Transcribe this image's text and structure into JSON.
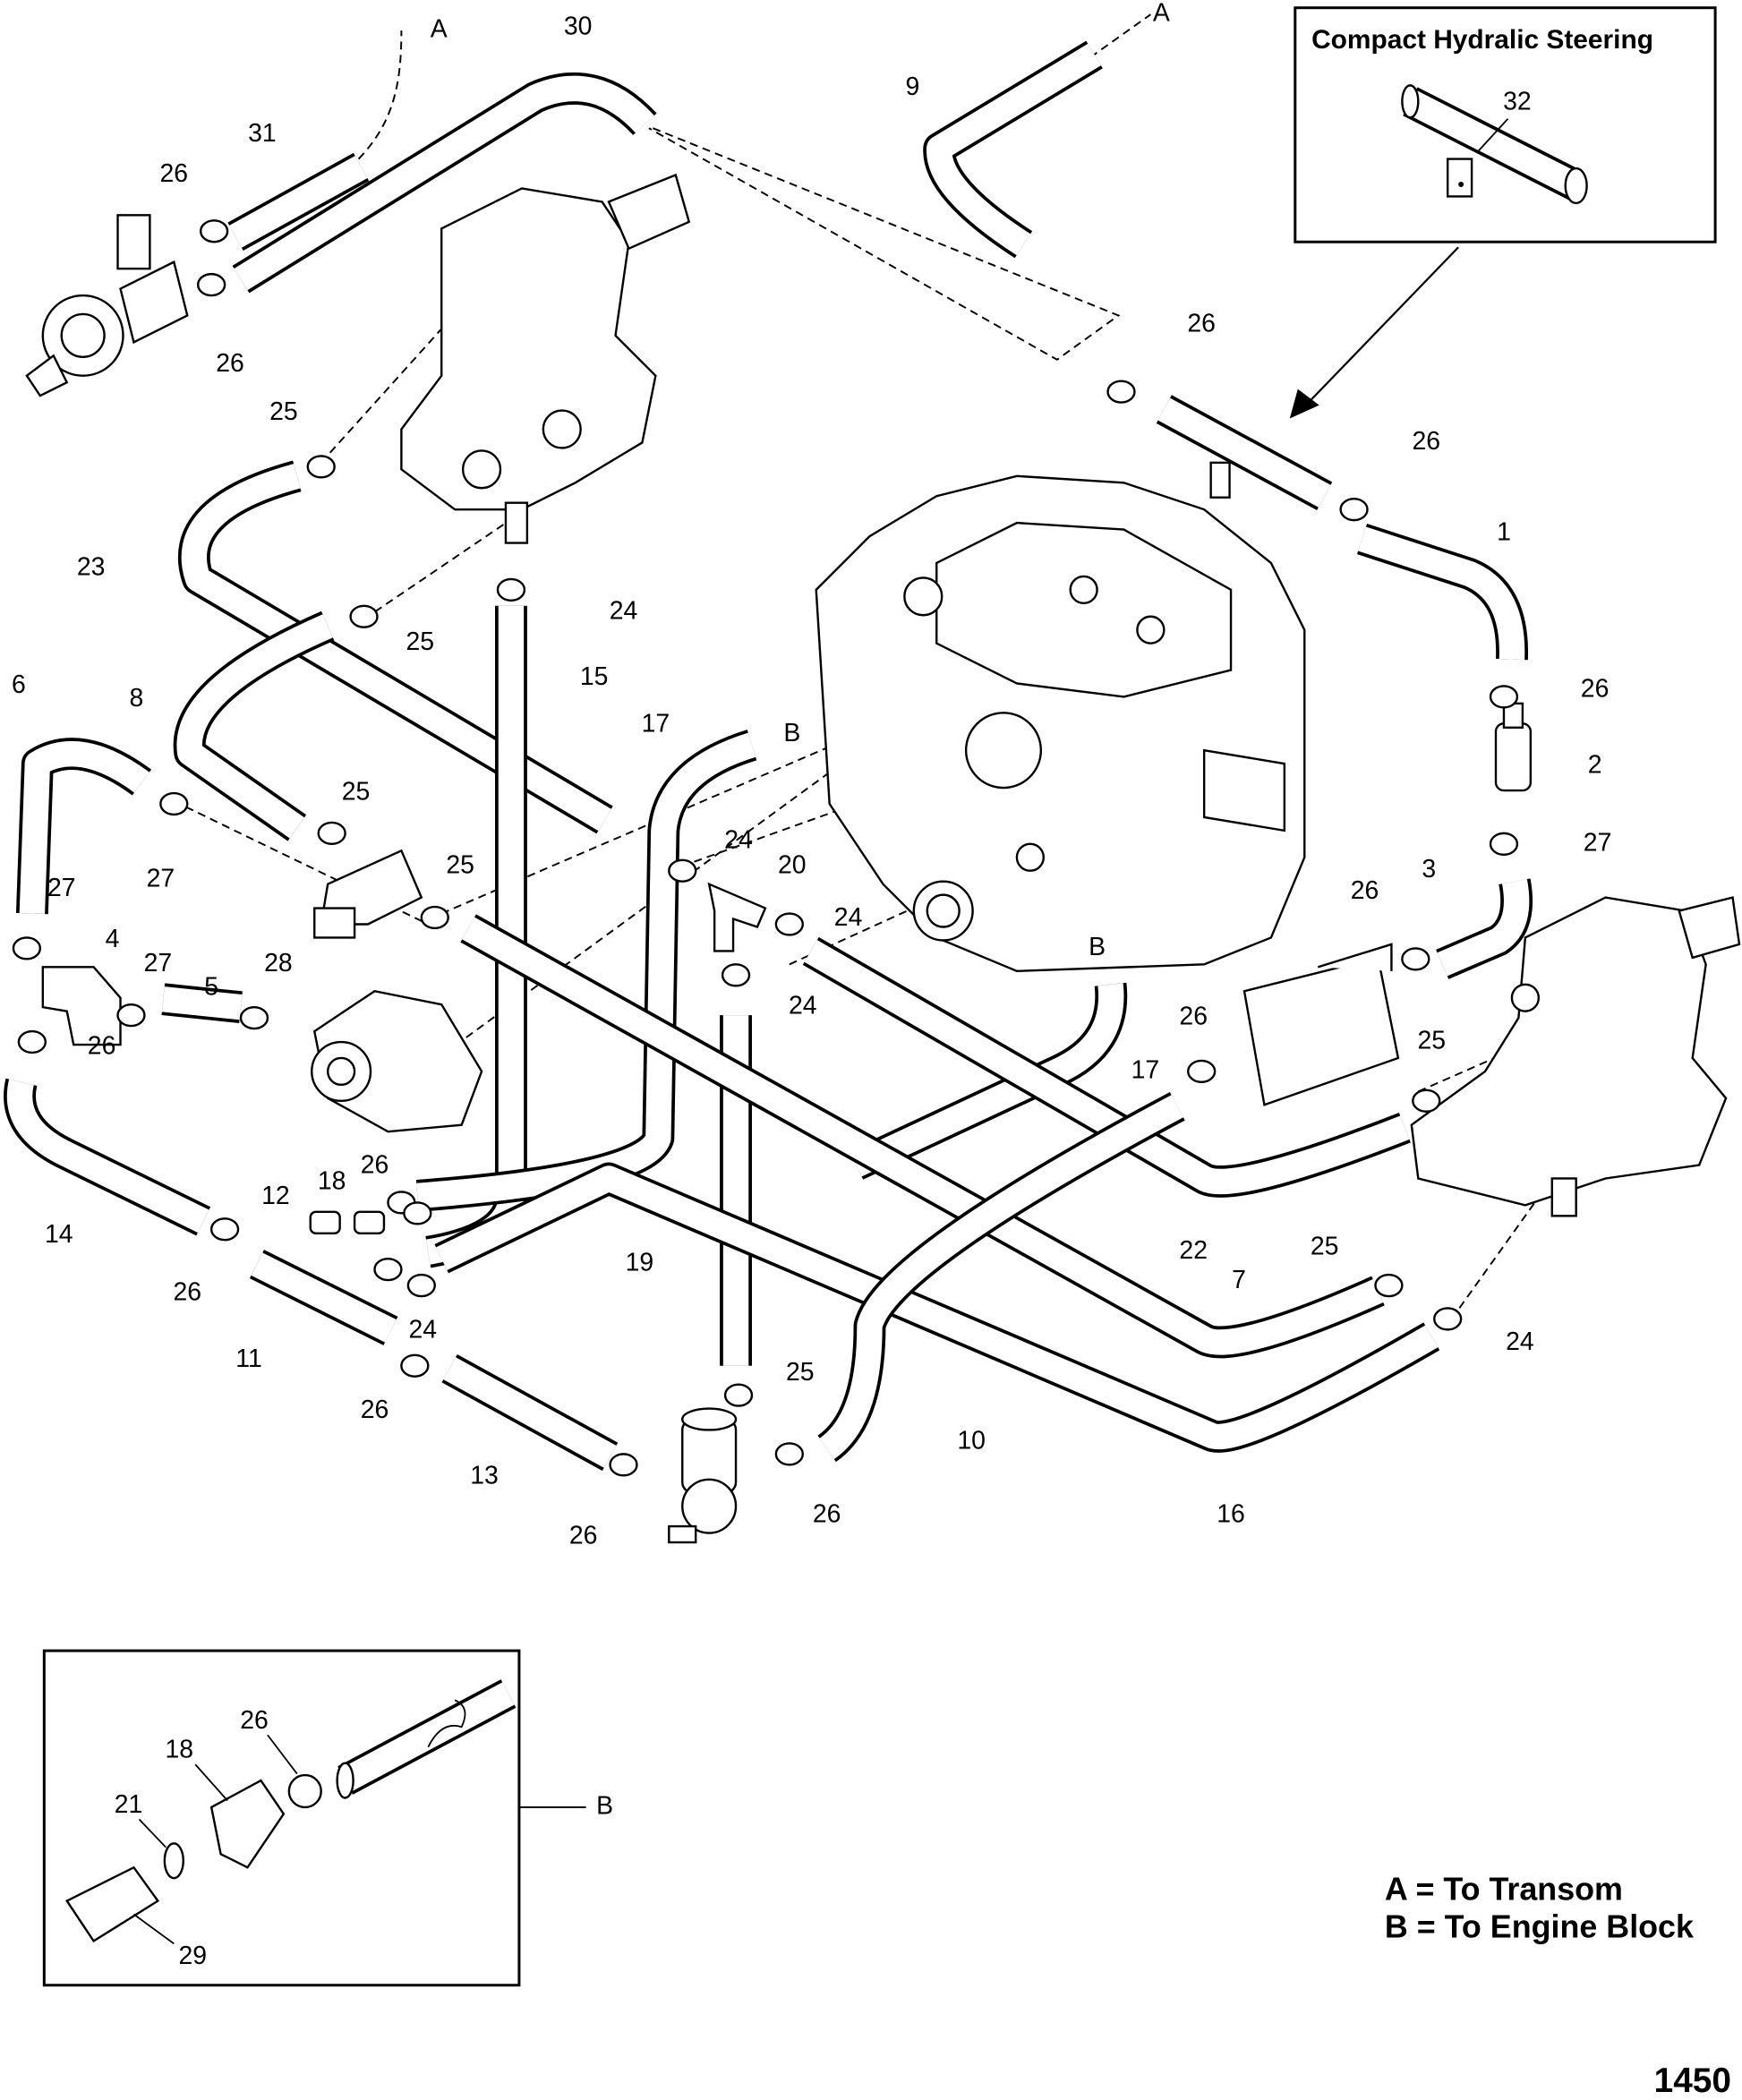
{
  "inset_top": {
    "title": "Compact Hydralic Steering",
    "callout": "32"
  },
  "inset_bottom": {
    "callouts": [
      "26",
      "18",
      "21",
      "29"
    ],
    "ref": "B"
  },
  "legend": {
    "a": "A = To Transom",
    "b": "B = To Engine Block"
  },
  "figure_number": "1450",
  "callouts": [
    "30",
    "31",
    "26",
    "26",
    "9",
    "A",
    "A",
    "26",
    "26",
    "25",
    "23",
    "24",
    "25",
    "15",
    "1",
    "26",
    "2",
    "27",
    "6",
    "8",
    "17",
    "B",
    "25",
    "27",
    "25",
    "24",
    "20",
    "24",
    "3",
    "26",
    "27",
    "4",
    "27",
    "5",
    "28",
    "24",
    "B",
    "17",
    "26",
    "25",
    "26",
    "12",
    "18",
    "26",
    "14",
    "22",
    "25",
    "7",
    "19",
    "26",
    "24",
    "11",
    "24",
    "25",
    "26",
    "10",
    "13",
    "16",
    "26",
    "26"
  ],
  "colors": {
    "line": "#000000",
    "background": "#ffffff"
  }
}
